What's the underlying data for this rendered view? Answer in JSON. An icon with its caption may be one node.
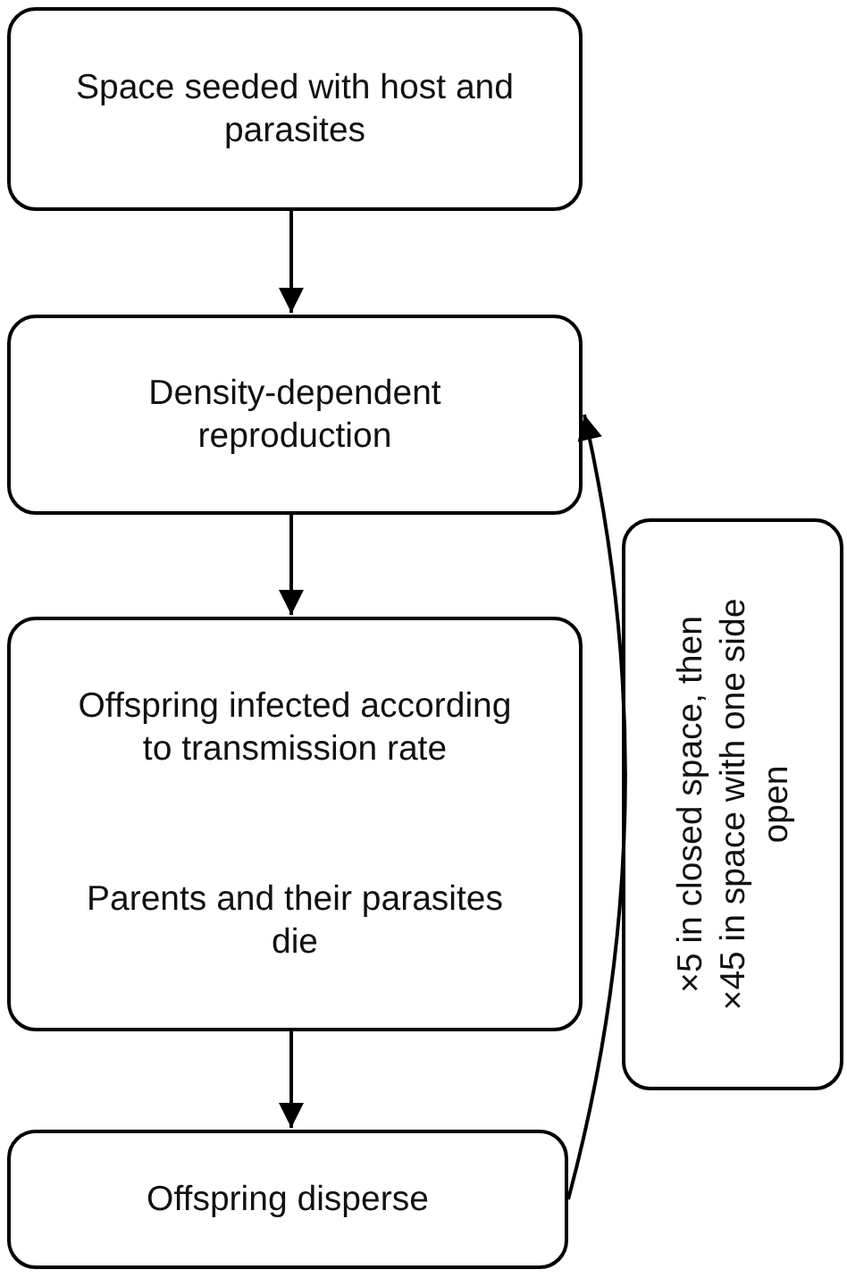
{
  "diagram": {
    "nodes": [
      {
        "text": [
          "Space seeded with host and parasites"
        ]
      },
      {
        "text": [
          "Density-dependent reproduction"
        ]
      },
      {
        "text": [
          "Offspring infected according to transmission rate",
          "Parents and their parasites die"
        ]
      },
      {
        "text": [
          "Offspring disperse"
        ]
      },
      {
        "text": [
          "×5 in closed space, then ×45 in space with one side open"
        ]
      }
    ],
    "edges": [
      {
        "from": 0,
        "to": 1,
        "arrow": "to"
      },
      {
        "from": 1,
        "to": 2,
        "arrow": "to"
      },
      {
        "from": 2,
        "to": 3,
        "arrow": "to"
      },
      {
        "from": 3,
        "to": 1,
        "arrow": "to"
      }
    ]
  }
}
